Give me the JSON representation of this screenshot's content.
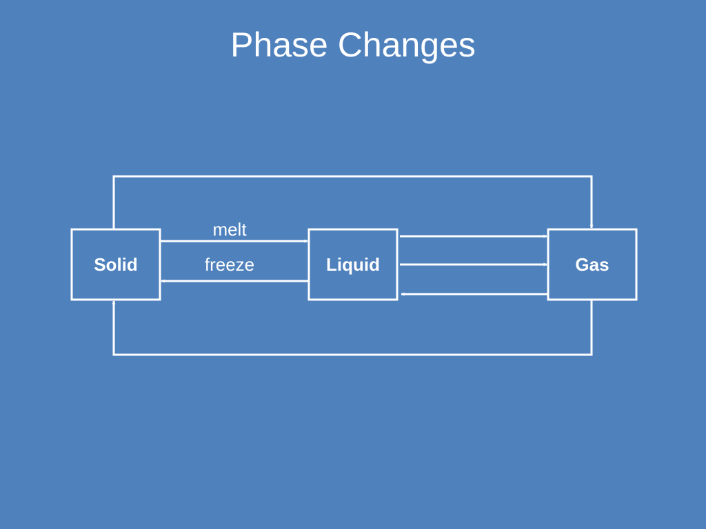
{
  "slide": {
    "title": "Phase Changes"
  },
  "diagram": {
    "nodes": [
      {
        "id": "solid",
        "label": "Solid"
      },
      {
        "id": "liquid",
        "label": "Liquid"
      },
      {
        "id": "gas",
        "label": "Gas"
      }
    ],
    "edges": [
      {
        "from": "solid",
        "to": "liquid",
        "label": "melt"
      },
      {
        "from": "liquid",
        "to": "solid",
        "label": "freeze"
      },
      {
        "from": "liquid",
        "to": "gas",
        "label": ""
      },
      {
        "from": "liquid",
        "to": "gas",
        "label": ""
      },
      {
        "from": "gas",
        "to": "liquid",
        "label": ""
      },
      {
        "from": "solid",
        "to": "gas",
        "label": ""
      },
      {
        "from": "gas",
        "to": "solid",
        "label": ""
      }
    ]
  },
  "colors": {
    "background": "#4f81bd",
    "foreground": "#ffffff"
  }
}
